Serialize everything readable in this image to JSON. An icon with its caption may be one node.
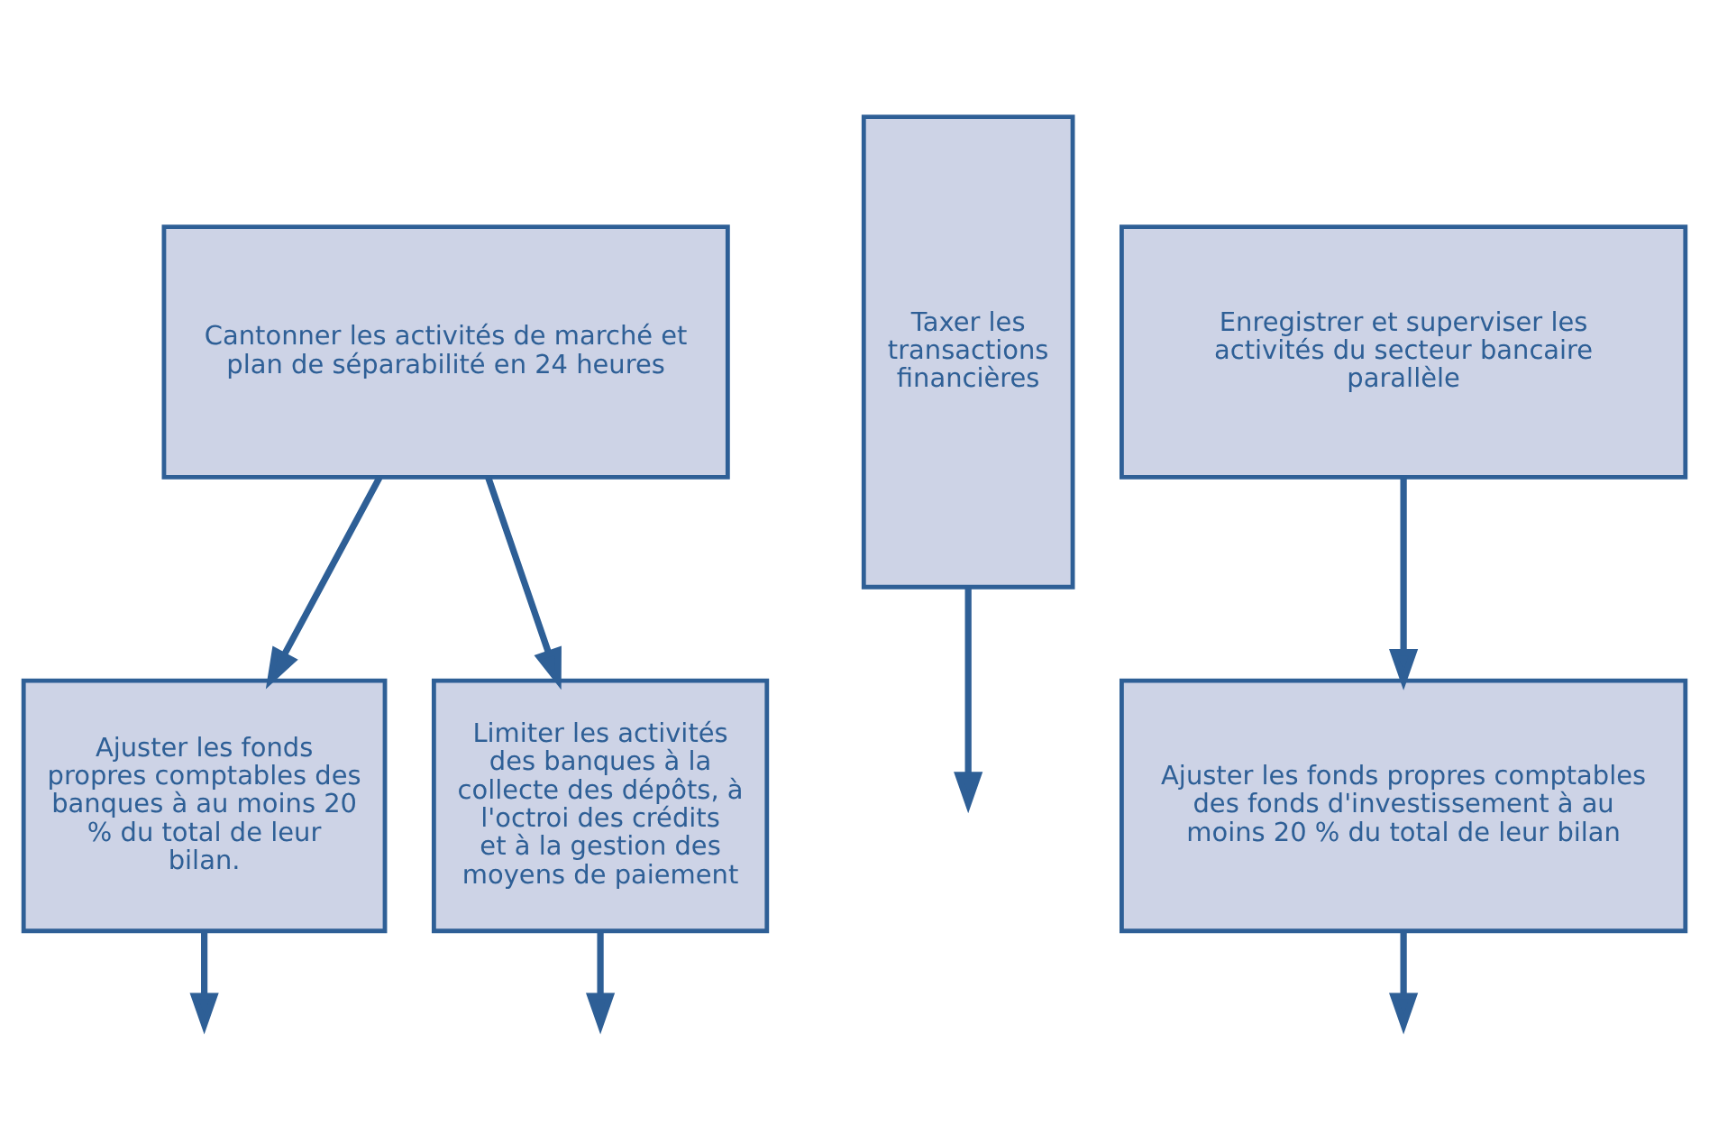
{
  "diagram": {
    "nodes": [
      {
        "text": [
          "Cantonner les activités de marché et plan de séparabilité en 24 heures"
        ]
      },
      {
        "text": [
          "Taxer les transactions financières"
        ]
      },
      {
        "text": [
          "Enregistrer et superviser les activités du secteur bancaire parallèle"
        ]
      },
      {
        "text": [
          "Ajuster les fonds propres comptables des banques à au moins 20 % du total de leur bilan."
        ]
      },
      {
        "text": [
          "Limiter les activités des banques à la collecte des dépôts, à l'octroi des crédits et à la gestion des moyens de paiement"
        ]
      },
      {
        "text": [
          "Ajuster les fonds propres comptables des fonds d'investissement à au moins 20 % du total de leur bilan"
        ]
      }
    ],
    "edges": [
      {
        "from": 0,
        "to": 3,
        "arrow": "to"
      },
      {
        "from": 0,
        "to": 4,
        "arrow": "to"
      },
      {
        "from": 2,
        "to": 5,
        "arrow": "to"
      },
      {
        "from": 3,
        "to": null,
        "arrow": "to"
      },
      {
        "from": 4,
        "to": null,
        "arrow": "to"
      },
      {
        "from": 1,
        "to": null,
        "arrow": "to"
      },
      {
        "from": 5,
        "to": null,
        "arrow": "to"
      }
    ]
  }
}
